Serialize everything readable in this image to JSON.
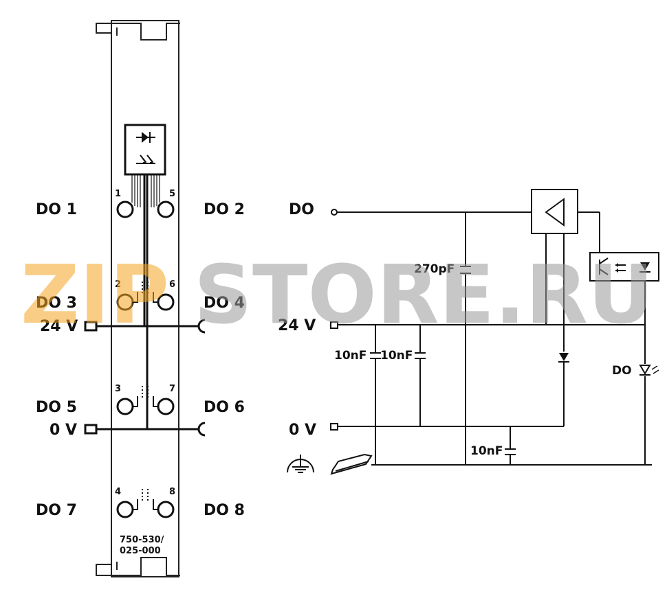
{
  "module": {
    "outputs_left": [
      "DO 1",
      "DO 3",
      "DO 5",
      "DO 7"
    ],
    "outputs_right": [
      "DO 2",
      "DO 4",
      "DO 6",
      "DO 8"
    ],
    "supply_24v": "24 V",
    "supply_0v": "0 V",
    "pins": [
      "1",
      "5",
      "2",
      "6",
      "3",
      "7",
      "4",
      "8"
    ],
    "part_number_line1": "750-530/",
    "part_number_line2": "025-000"
  },
  "schematic": {
    "do_label": "DO",
    "supply_24v": "24 V",
    "supply_0v": "0 V",
    "cap_270pf": "270pF",
    "cap_10nf_a": "10nF",
    "cap_10nf_b": "10nF",
    "cap_10nf_c": "10nF",
    "led_label": "DO"
  },
  "watermark": {
    "text_part1": "ZIP",
    "text_part2": "STORE.RU",
    "color_part1": "#f5a623",
    "color_part2": "#9a9a9a"
  }
}
